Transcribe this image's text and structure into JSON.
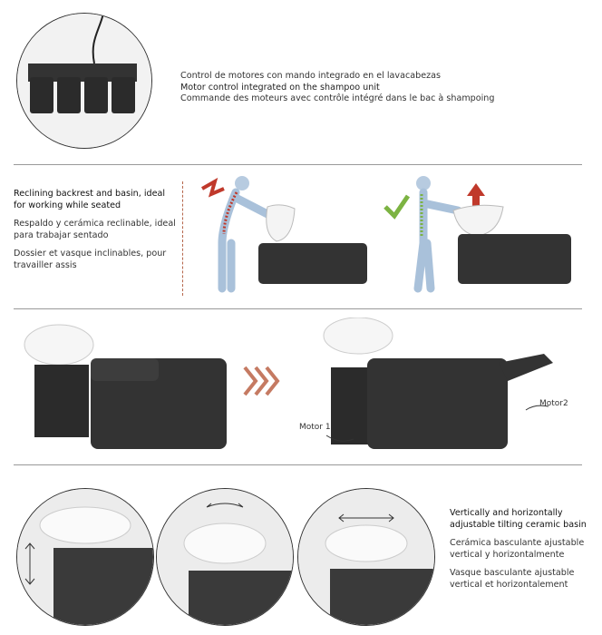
{
  "section_motor": {
    "es": "Control de motores con mando integrado en el lavacabezas",
    "en": "Motor control integrated on the shampoo unit",
    "fr": "Commande des moteurs avec contrôle intégré dans le bac à shampoing"
  },
  "section_reclining": {
    "en": "Reclining backrest and basin, ideal for working while seated",
    "es": "Respaldo y cerámica reclinable, ideal para trabajar sentado",
    "fr": "Dossier et vasque inclinables, pour travailler assis"
  },
  "section_motors": {
    "motor1": "Motor 1",
    "motor2": "Motor2"
  },
  "section_basin": {
    "en": "Vertically and horizontally adjustable tilting ceramic basin",
    "es": "Cerámica basculante ajustable vertical y horizontalmente",
    "fr": "Vasque basculante ajustable vertical et horizontalement"
  },
  "colors": {
    "accent": "#c0392b",
    "check": "#7cb342",
    "arrow": "#c57a62"
  }
}
